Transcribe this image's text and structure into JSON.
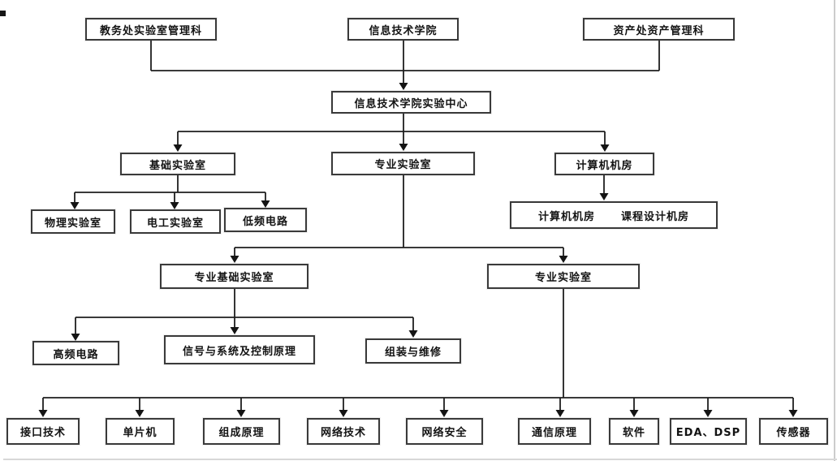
{
  "diagram": {
    "type": "org-flowchart",
    "colors": {
      "line": "#1f1f1f",
      "box_border": "#3a3a3a",
      "background": "#ffffff",
      "text": "#131313"
    },
    "nodes": {
      "admin_office": "教务处实验室管理科",
      "it_college": "信息技术学院",
      "asset_office": "资产处资产管理科",
      "experiment_center": "信息技术学院实验中心",
      "basic_lab": "基础实验室",
      "professional_lab_upper": "专业实验室",
      "computer_room": "计算机机房",
      "physics_lab": "物理实验室",
      "electrical_lab": "电工实验室",
      "low_freq_circuit": "低频电路",
      "computer_room_sub": "计算机机房",
      "course_design_room": "课程设计机房",
      "professional_basic_lab": "专业基础实验室",
      "professional_lab_lower": "专业实验室",
      "high_freq_circuit": "高频电路",
      "signals_systems_control": "信号与系统及控制原理",
      "assembly_maintenance": "组装与维修",
      "interface_tech": "接口技术",
      "mcu": "单片机",
      "composition_principle": "组成原理",
      "network_tech": "网络技术",
      "network_security": "网络安全",
      "communication_principle": "通信原理",
      "software": "软件",
      "eda_dsp": "EDA、DSP",
      "sensor": "传感器"
    },
    "edges": [
      [
        "admin_office",
        "experiment_center"
      ],
      [
        "it_college",
        "experiment_center"
      ],
      [
        "asset_office",
        "experiment_center"
      ],
      [
        "experiment_center",
        "basic_lab"
      ],
      [
        "experiment_center",
        "professional_lab_upper"
      ],
      [
        "experiment_center",
        "computer_room"
      ],
      [
        "basic_lab",
        "physics_lab"
      ],
      [
        "basic_lab",
        "electrical_lab"
      ],
      [
        "basic_lab",
        "low_freq_circuit"
      ],
      [
        "computer_room",
        "computer_room_sub"
      ],
      [
        "computer_room",
        "course_design_room"
      ],
      [
        "professional_lab_upper",
        "professional_basic_lab"
      ],
      [
        "professional_lab_upper",
        "professional_lab_lower"
      ],
      [
        "professional_basic_lab",
        "high_freq_circuit"
      ],
      [
        "professional_basic_lab",
        "signals_systems_control"
      ],
      [
        "professional_basic_lab",
        "assembly_maintenance"
      ],
      [
        "professional_lab_lower",
        "interface_tech"
      ],
      [
        "professional_lab_lower",
        "mcu"
      ],
      [
        "professional_lab_lower",
        "composition_principle"
      ],
      [
        "professional_lab_lower",
        "network_tech"
      ],
      [
        "professional_lab_lower",
        "network_security"
      ],
      [
        "professional_lab_lower",
        "communication_principle"
      ],
      [
        "professional_lab_lower",
        "software"
      ],
      [
        "professional_lab_lower",
        "eda_dsp"
      ],
      [
        "professional_lab_lower",
        "sensor"
      ]
    ]
  }
}
